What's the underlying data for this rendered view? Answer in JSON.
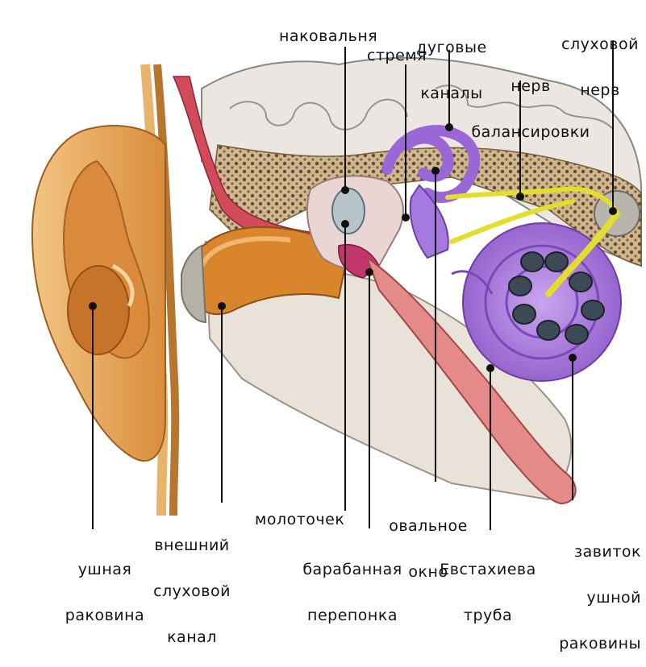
{
  "labels": {
    "incus": "наковальня",
    "semicircular": [
      "дуговые",
      "каналы"
    ],
    "auditory_nerve": [
      "слуховой",
      "нерв"
    ],
    "stapes": "стремя",
    "balance_nerve": [
      "нерв",
      "балансировки"
    ],
    "oval_window": [
      "овальное",
      "окно"
    ],
    "malleus": "молоточек",
    "external_canal": [
      "внешний",
      "слуховой",
      "канал"
    ],
    "auricle": [
      "ушная",
      "раковина"
    ],
    "eardrum": [
      "барабанная",
      "перепонка"
    ],
    "eustachian": [
      "Евстахиева",
      "труба"
    ],
    "cochlea": [
      "завиток",
      "ушной",
      "раковины"
    ]
  },
  "colors": {
    "auricle": "#e6a85a",
    "auricle_dark": "#c2782c",
    "canal": "#d8862e",
    "bone": "#e8d7b8",
    "brain": "#ece8e4",
    "muscle": "#d34b5a",
    "inner_ear": "#a97be0",
    "nerve": "#e6e338",
    "tube": "#e27f7f",
    "skull_dots": "#7a5a35"
  }
}
